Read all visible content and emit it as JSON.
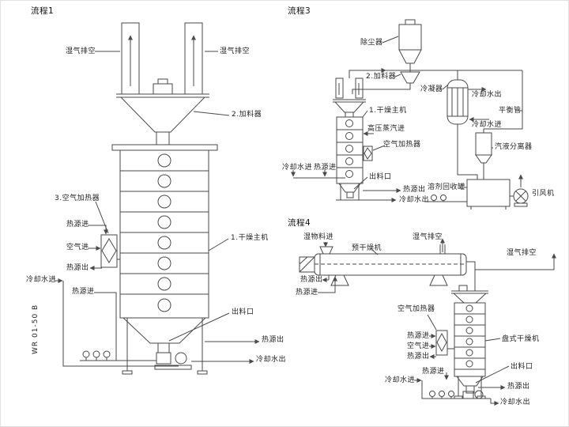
{
  "colors": {
    "background": "#ffffff",
    "line": "#4a4a4a",
    "text": "#1f1f1f"
  },
  "flow1": {
    "title": "流程1",
    "labels": {
      "wet_exhaust_left": "湿气排空",
      "wet_exhaust_right": "湿气排空",
      "feeder": "2.加料器",
      "air_heater": "3.空气加热器",
      "heat_in_upper": "热源进",
      "air_in": "空气进",
      "heat_out_upper": "热源出",
      "cooling_water_in": "冷却水进",
      "heat_in_lower": "热源进",
      "main_dryer": "1.干燥主机",
      "discharge_port": "出料口",
      "heat_out_lower": "热源出",
      "cooling_water_out": "冷却水出",
      "model_code": "WR 01-50 B"
    }
  },
  "flow3": {
    "title": "流程3",
    "labels": {
      "dust_collector": "除尘器",
      "feeder": "2.加料器",
      "condenser": "冷凝器",
      "cooling_water_out_condenser": "冷却水出",
      "main_dryer": "1.干燥主机",
      "hp_steam_in": "高压蒸汽进",
      "balance_pipe": "平衡管",
      "air_heater": "空气加热器",
      "cooling_water_in_condenser": "冷却水进",
      "separator": "汽液分离器",
      "cooling_water_in": "冷却水进",
      "heat_in": "热源进",
      "discharge_port": "出料口",
      "heat_out": "热源出",
      "cooling_water_out": "冷却水出",
      "solvent_tank": "溶剂回收罐",
      "fan": "引风机"
    }
  },
  "flow4": {
    "title": "流程4",
    "labels": {
      "wet_material_in": "湿物料进",
      "pre_dryer": "预干燥机",
      "wet_exhaust_top": "湿气排空",
      "wet_exhaust_right": "湿气排空",
      "heat_out_left": "热源出",
      "heat_in_left": "热源进",
      "air_heater": "空气加热器",
      "heat_in_mid": "热源进",
      "air_in": "空气进",
      "heat_out_mid": "热源出",
      "disc_dryer": "盘式干燥机",
      "discharge_port": "出料口",
      "cooling_water_in": "冷却水进",
      "heat_in_bottom": "热源进",
      "heat_out_bottom": "热源出",
      "cooling_water_out": "冷却水出"
    }
  }
}
